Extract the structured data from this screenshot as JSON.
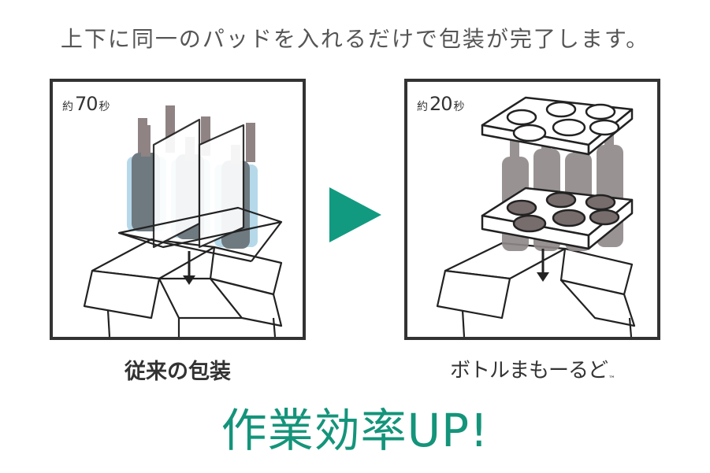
{
  "headline": "上下に同一のパッドを入れるだけで包装が完了します。",
  "left_panel": {
    "time_prefix": "約",
    "time_value": "70",
    "time_suffix": "秒",
    "caption": "従来の包装"
  },
  "right_panel": {
    "time_prefix": "約",
    "time_value": "20",
    "time_suffix": "秒",
    "caption": "ボトルまもーるど",
    "trademark": "™"
  },
  "banner": "作業効率UP!",
  "colors": {
    "accent": "#14947a",
    "arrow": "#129a80",
    "frame": "#333333",
    "bottle_gray": "#8a8a8a",
    "bottle_glass": "#a9d2e6"
  },
  "icons": {
    "transition": "play-arrow-icon",
    "down_arrow": "down-arrow-icon"
  }
}
